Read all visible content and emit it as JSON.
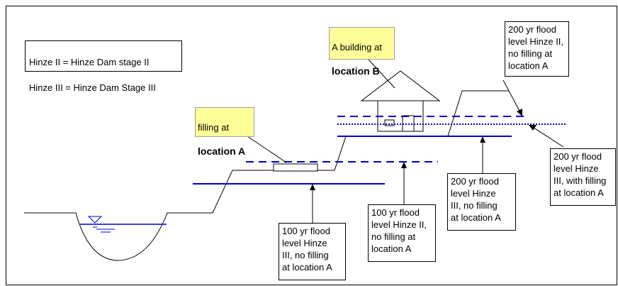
{
  "legend": {
    "line1": "Hinze II = Hinze Dam stage II",
    "line2": "Hinze III = Hinze Dam Stage III"
  },
  "callouts": {
    "building_b": {
      "normal": "A building at",
      "bold": "location B"
    },
    "filling_a": {
      "normal": "filling at",
      "bold": "location A"
    },
    "flood_200_h2_nofill": "200 yr flood\nlevel Hinze II,\nno filling at\nlocation A",
    "flood_200_h3_fill": "200 yr flood\nlevel Hinze\nIII, with filling\nat location A",
    "flood_200_h3_nofill": "200 yr flood\nlevel Hinze\nIII, no filling\nat location A",
    "flood_100_h2_nofill": "100 yr flood\nlevel Hinze II,\nno filling at\nlocation A",
    "flood_100_h3_nofill": "100 yr flood\nlevel Hinze\nIII, no filling\nat location A"
  },
  "colors": {
    "flood_level": "#0000cc",
    "ground": "#000000",
    "callout_fill": "#ffff99"
  }
}
